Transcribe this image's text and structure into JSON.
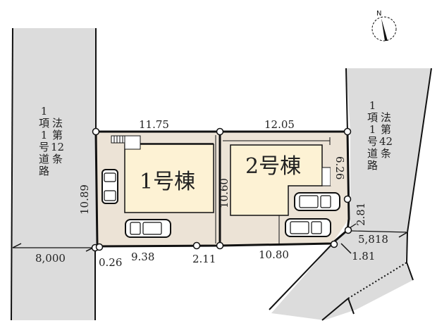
{
  "colors": {
    "road": "#dcdcdc",
    "lot": "#ece3d6",
    "building": "#fdf2d4",
    "line": "#111111"
  },
  "compass": {
    "label": "N"
  },
  "roads": {
    "left": {
      "col1": [
        "1",
        "項",
        "1",
        "号",
        "道",
        "路"
      ],
      "col2": [
        "法",
        "第",
        "12",
        "条"
      ]
    },
    "right": {
      "col1": [
        "1",
        "項",
        "1",
        "号",
        "道",
        "路"
      ],
      "col2": [
        "法",
        "第",
        "42",
        "条"
      ]
    }
  },
  "buildings": {
    "b1": {
      "label": "1号棟"
    },
    "b2": {
      "label": "2号棟"
    }
  },
  "dimensions": {
    "top_left": "11.75",
    "top_right": "12.05",
    "left_side": "10.89",
    "mid_divider": "10.60",
    "right_notch": "6.26",
    "right_side": "2.81",
    "road_width_left": "8,000",
    "corner_offset": "0.26",
    "bottom_1": "9.38",
    "bottom_2": "2.11",
    "bottom_3": "10.80",
    "corner_cut": "1.81",
    "road_width_right": "5,818"
  }
}
